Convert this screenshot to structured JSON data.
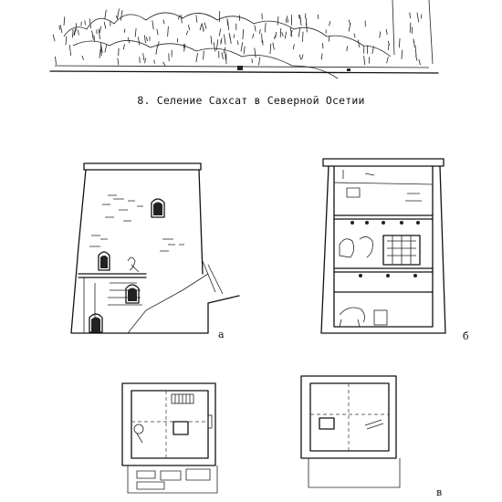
{
  "caption": "8. Селение Сахсат в Северной Осетии",
  "figure_labels": {
    "a": "а",
    "b": "б",
    "v": "в"
  }
}
